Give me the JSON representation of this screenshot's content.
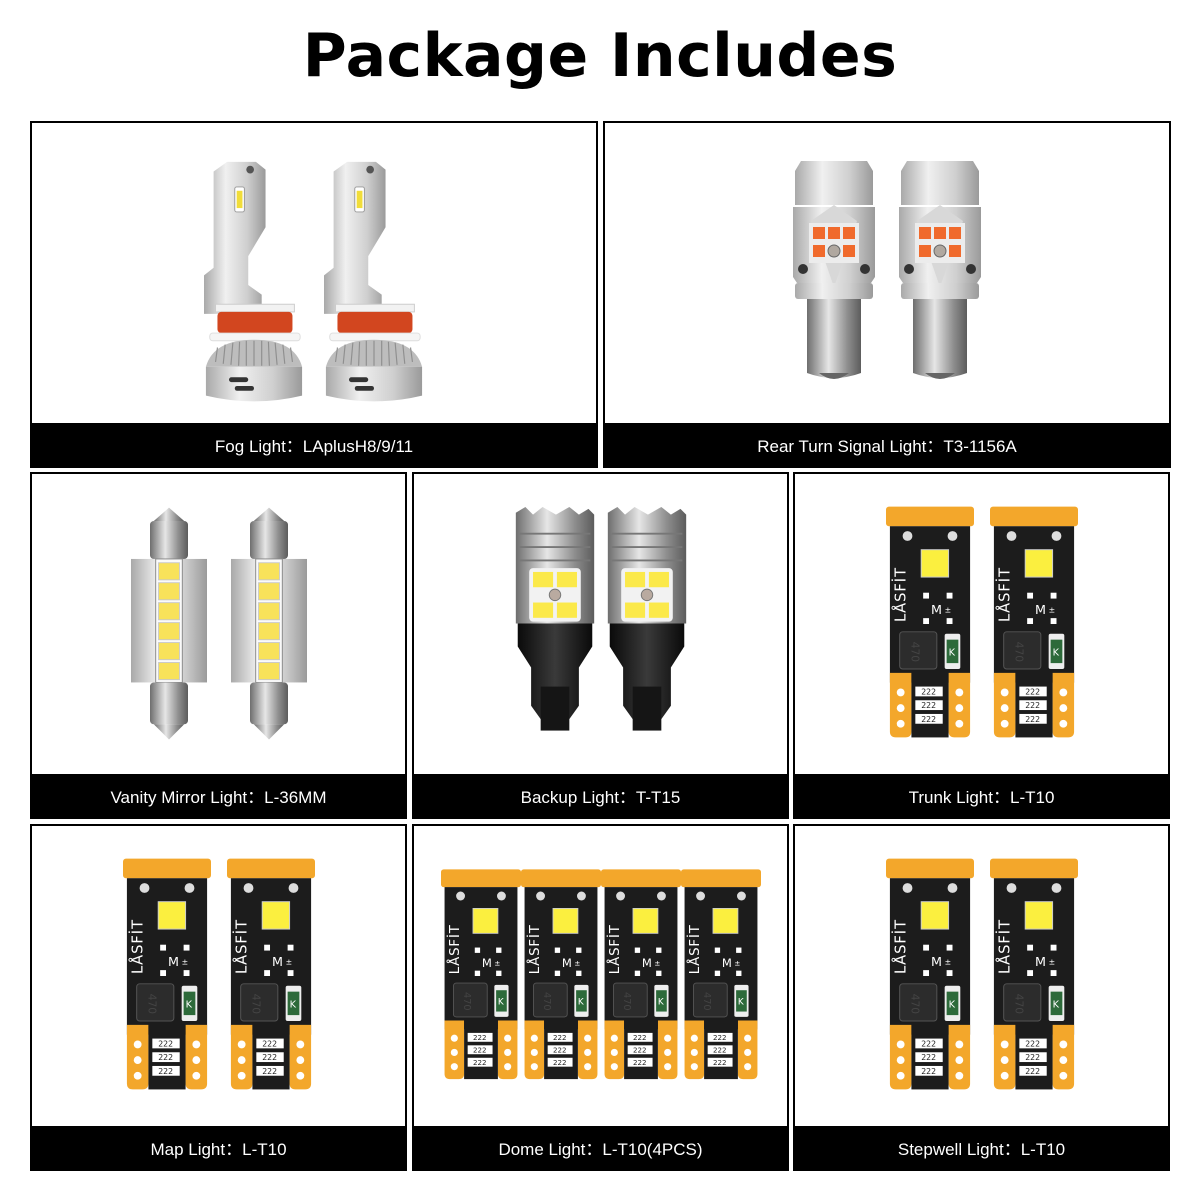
{
  "title": "Package Includes",
  "colors": {
    "caption_bg": "#000000",
    "caption_text": "#ffffff",
    "pcb_gold": "#f3a72b",
    "pcb_black": "#1c1c1c",
    "led_yellow": "#fbe94a",
    "led_amber": "#f26a2e",
    "fog_ring": "#d2461f",
    "metal": "#c9c9c9"
  },
  "items": [
    {
      "id": "fog",
      "label": "Fog Light",
      "model": "LAplusH8/9/11",
      "caption": "Fog Light：LAplusH8/9/11",
      "quantity": 2
    },
    {
      "id": "rear",
      "label": "Rear Turn Signal Light",
      "model": "T3-1156A",
      "caption": "Rear Turn Signal Light：T3-1156A",
      "quantity": 2
    },
    {
      "id": "vanity",
      "label": "Vanity Mirror Light",
      "model": "L-36MM",
      "caption": "Vanity Mirror Light：L-36MM",
      "quantity": 2
    },
    {
      "id": "backup",
      "label": "Backup Light",
      "model": "T-T15",
      "caption": "Backup Light：T-T15",
      "quantity": 2
    },
    {
      "id": "trunk",
      "label": "Trunk Light",
      "model": "L-T10",
      "caption": "Trunk Light：L-T10",
      "quantity": 2
    },
    {
      "id": "map",
      "label": "Map Light",
      "model": "L-T10",
      "caption": "Map Light：L-T10",
      "quantity": 2
    },
    {
      "id": "dome",
      "label": "Dome Light",
      "model": "L-T10(4PCS)",
      "caption": "Dome Light：L-T10(4PCS)",
      "quantity": 4
    },
    {
      "id": "step",
      "label": "Stepwell Light",
      "model": "L-T10",
      "caption": "Stepwell Light：L-T10",
      "quantity": 2
    }
  ],
  "pcb": {
    "brand": "LÅSFİT",
    "inductor": "470",
    "chip": "M",
    "fuse": "K",
    "resistor": "222"
  }
}
